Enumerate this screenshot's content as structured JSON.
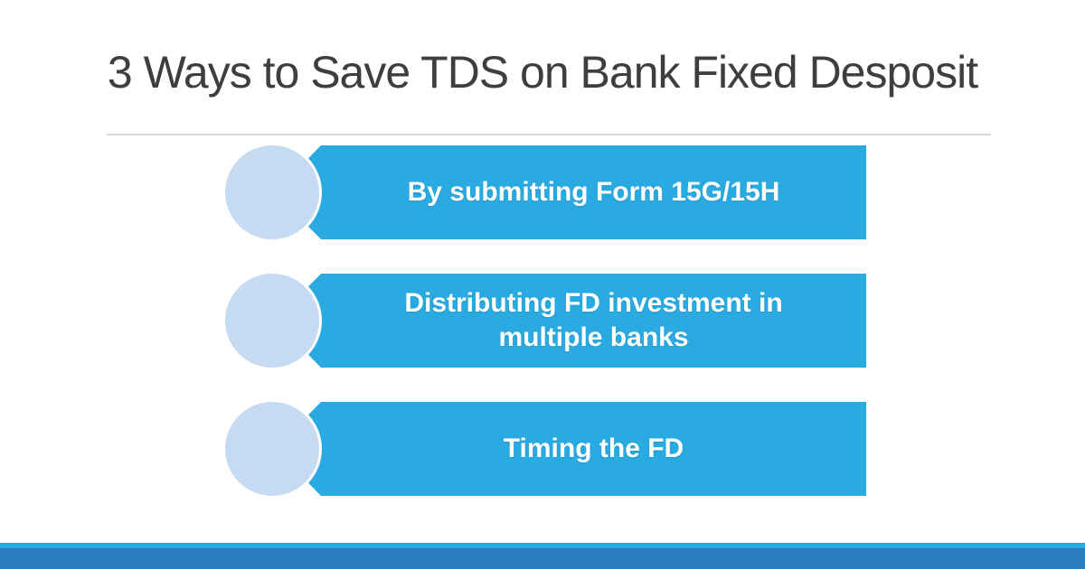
{
  "title": "3 Ways to Save TDS on Bank Fixed Desposit",
  "steps": [
    {
      "label": "By submitting Form 15G/15H"
    },
    {
      "label": "Distributing FD investment in multiple banks"
    },
    {
      "label": "Timing the FD"
    }
  ],
  "colors": {
    "banner_blue": "#29abe2",
    "circle_blue": "#c6daf2",
    "footer_stripe_blue": "#29abe2",
    "footer_bar_blue": "#2a7cbf",
    "title_gray": "#3e3e3e",
    "divider_gray": "#d9d9d9",
    "text_white": "#ffffff"
  }
}
